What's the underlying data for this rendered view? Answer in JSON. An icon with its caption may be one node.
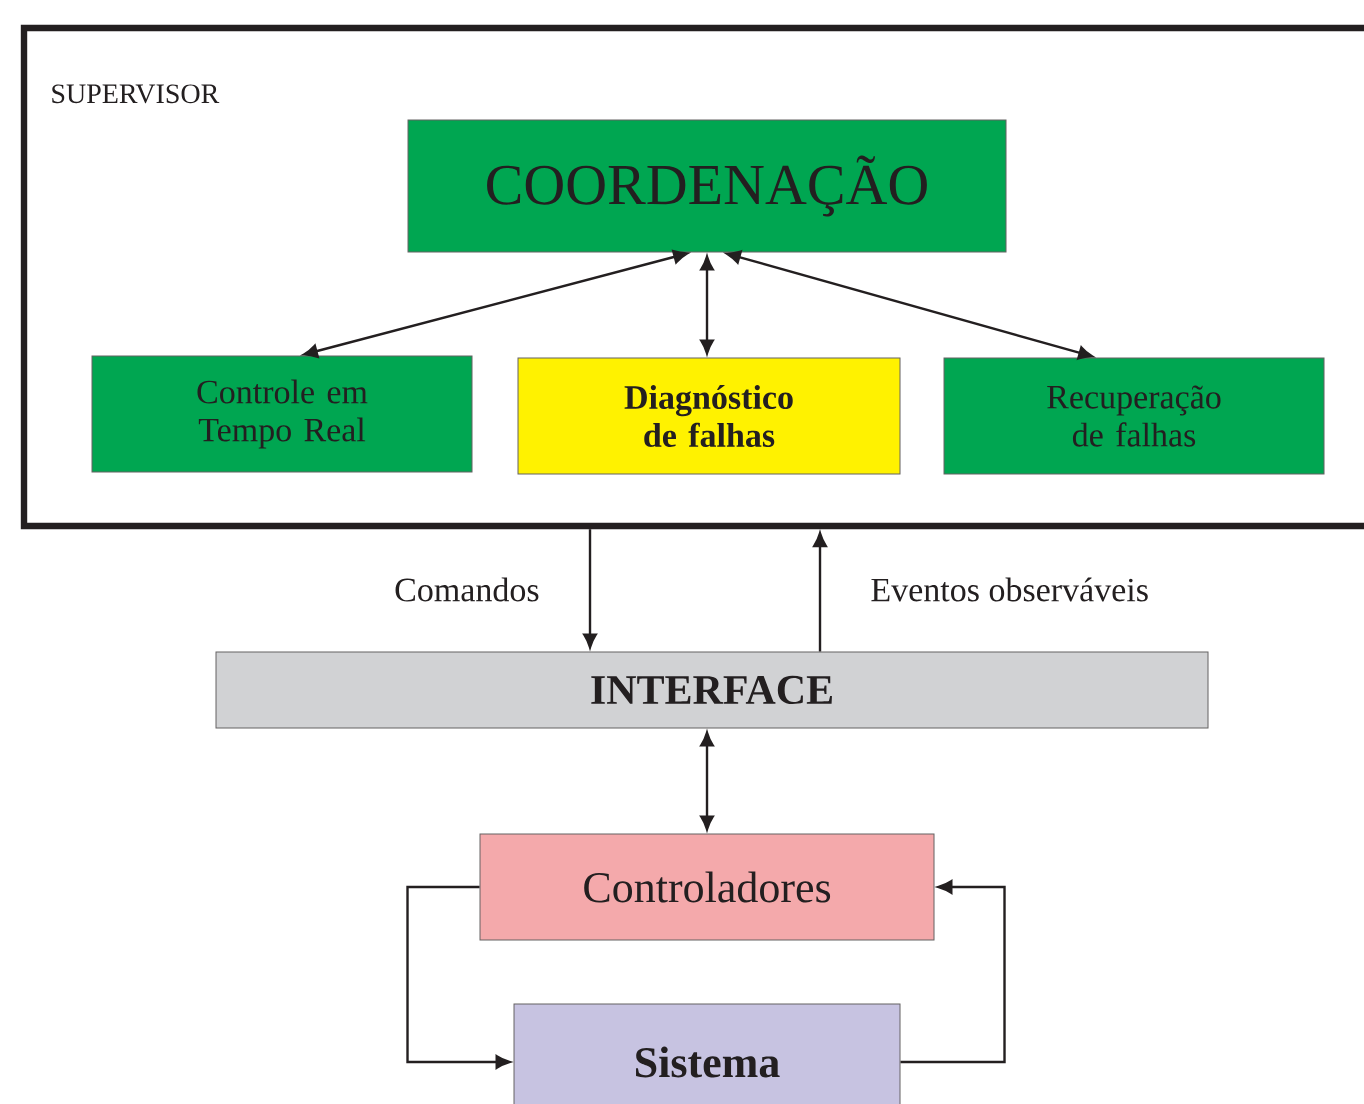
{
  "diagram": {
    "nodes": [
      {
        "text": [
          "SUPERVISOR"
        ]
      },
      {
        "text": [
          "COORDENAÇÃO"
        ],
        "in": 0
      },
      {
        "text": [
          "Controle em Tempo Real"
        ],
        "in": 0
      },
      {
        "text": [
          "Diagnóstico de falhas"
        ],
        "in": 0
      },
      {
        "text": [
          "Recuperação de falhas"
        ],
        "in": 0
      },
      {
        "text": [
          "INTERFACE"
        ]
      },
      {
        "text": [
          "Controladores"
        ]
      },
      {
        "text": [
          "Sistema"
        ]
      }
    ],
    "edges": [
      {
        "from": 1,
        "to": 2,
        "arrow": "both"
      },
      {
        "from": 1,
        "to": 3,
        "arrow": "both"
      },
      {
        "from": 1,
        "to": 4,
        "arrow": "both"
      },
      {
        "from": 0,
        "to": 5,
        "arrow": "to",
        "label": "Comandos"
      },
      {
        "from": 5,
        "to": 0,
        "arrow": "to",
        "label": "Eventos observáveis"
      },
      {
        "from": 5,
        "to": 6,
        "arrow": "both"
      },
      {
        "from": 6,
        "to": 7,
        "arrow": "to"
      },
      {
        "from": 7,
        "to": 6,
        "arrow": "to"
      }
    ]
  }
}
